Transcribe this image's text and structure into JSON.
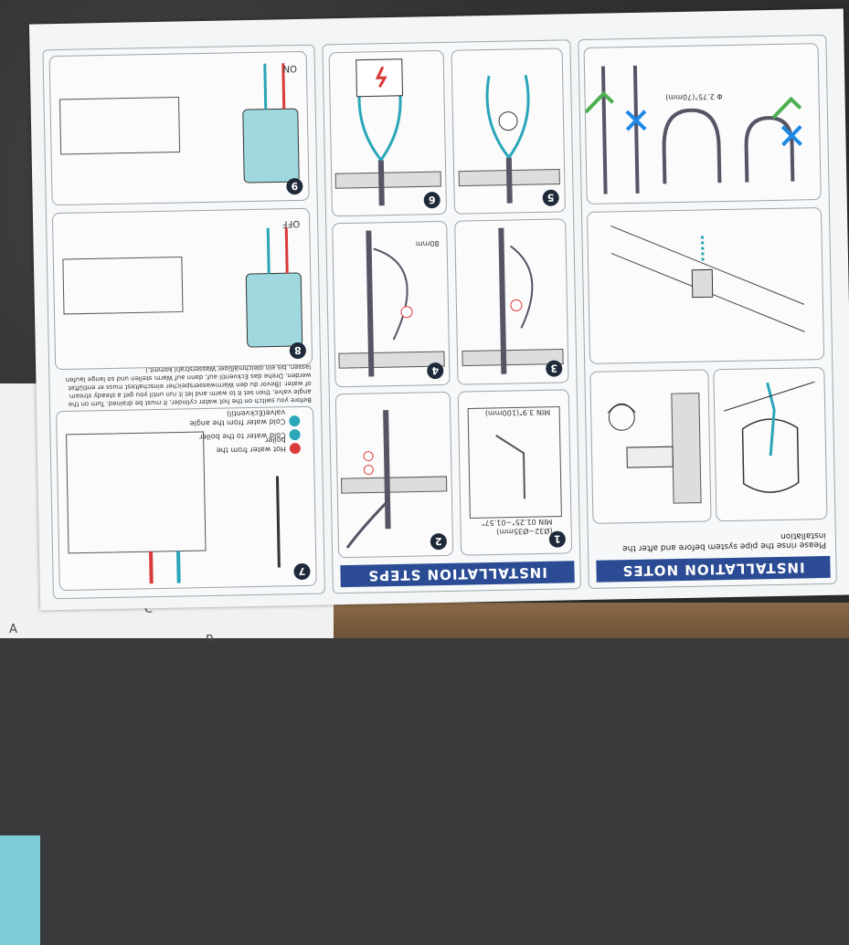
{
  "sections": {
    "notes_title": "INSTALLATION NOTES",
    "steps_title": "INSTALLATION STEPS",
    "rinse_note": "Please rinse the pipe system before and after the installation"
  },
  "steps": [
    "1",
    "2",
    "3",
    "4",
    "5",
    "6",
    "7",
    "8",
    "9"
  ],
  "labels": {
    "bend_radius": "Φ 2.75\"(70mm)",
    "min_a": "MIN 3.9\"(100mm)",
    "min_b": "MIN 01.25\"~01.57\"",
    "min_b2": "(Ø32~Ø35mm)",
    "height": "80mm",
    "on": "ON",
    "off": "OFF",
    "legend_blue": "Cold water from the angle valve(Eckventil)",
    "legend_blue2": "Cold water to the boiler",
    "legend_red": "Hot water from the boiler",
    "warning": "Before you switch on the hot water cylinder, it must be drained. Turn on the angle valve, then set it to warm and let it run until you get a steady stream of water. (Bevor du den Warmwasserspeicher einschaltest muss er entlüftet werden. Drehe das Eckventil auf, dann auf Warm stellen und so lange laufen lassen, bis ein gleichmäßiger Wasserstrahl kommt.)"
  },
  "under_sheet": {
    "a": "A",
    "b": "B",
    "c": "C"
  },
  "colors": {
    "banner": "#2b4c94",
    "cold": "#2aa6b8",
    "hot": "#d93a3a",
    "check": "#4caf50",
    "cross": "#1e88e5"
  }
}
